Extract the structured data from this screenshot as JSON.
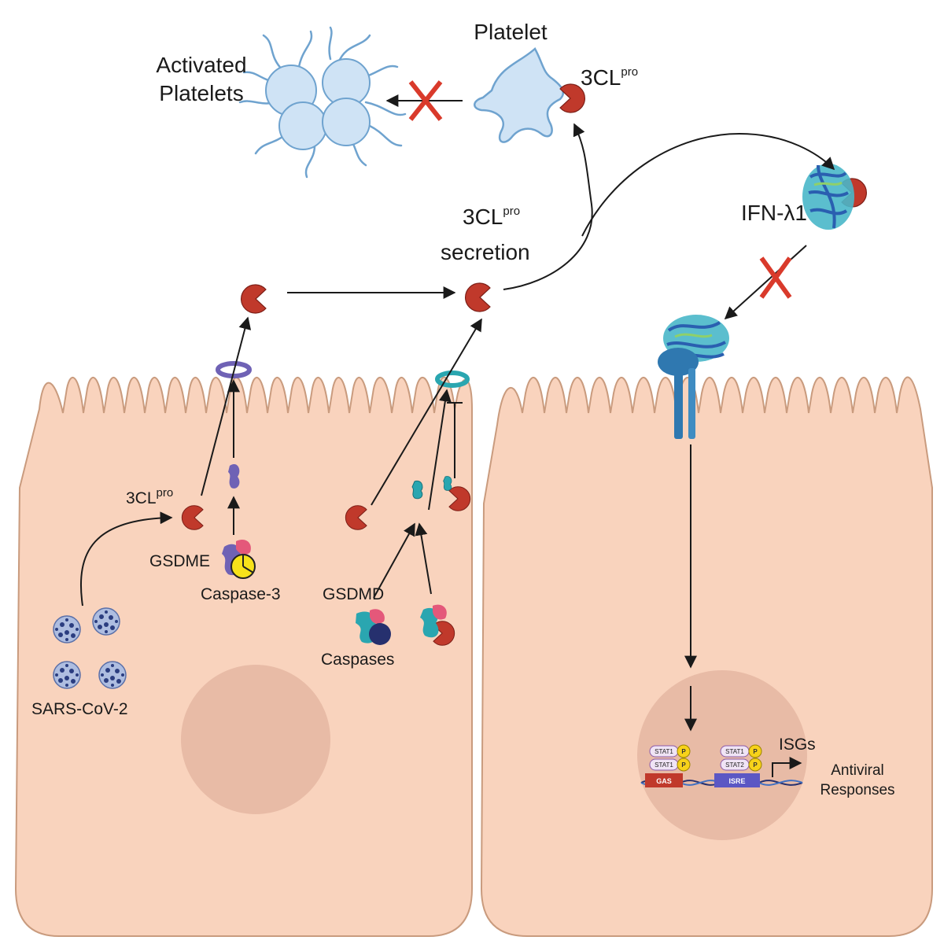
{
  "labels": {
    "platelet": "Platelet",
    "activated_platelets_line1": "Activated",
    "activated_platelets_line2": "Platelets",
    "protease_top": "3CL",
    "protease_top_sup": "pro",
    "secretion_line1": "3CL",
    "secretion_sup": "pro",
    "secretion_line2": "secretion",
    "ifn": "IFN-λ1",
    "protease_cell": "3CL",
    "protease_cell_sup": "pro",
    "gsdme": "GSDME",
    "caspase3": "Caspase-3",
    "gsdmd": "GSDMD",
    "caspases": "Caspases",
    "virus": "SARS-CoV-2",
    "isgs": "ISGs",
    "antiviral_line1": "Antiviral",
    "antiviral_line2": "Responses",
    "stat1_a": "STAT1",
    "stat1_b": "STAT1",
    "stat1_c": "STAT1",
    "stat2": "STAT2",
    "p1": "P",
    "p2": "P",
    "p3": "P",
    "p4": "P",
    "gas": "GAS",
    "isre": "ISRE"
  },
  "colors": {
    "cell_fill": "#f9d3bd",
    "cell_stroke": "#c99b7e",
    "nucleus": "#e8bba6",
    "protease": "#c0392b",
    "inhibit_x": "#d93a2b",
    "platelet": "#cfe3f5",
    "gsdme_pore": "#6f62b5",
    "gsdmd_pore": "#2aa6b0",
    "receptor": "#2f78b0",
    "caspase3": "#f7e21a",
    "caspase_dark": "#26306e"
  }
}
